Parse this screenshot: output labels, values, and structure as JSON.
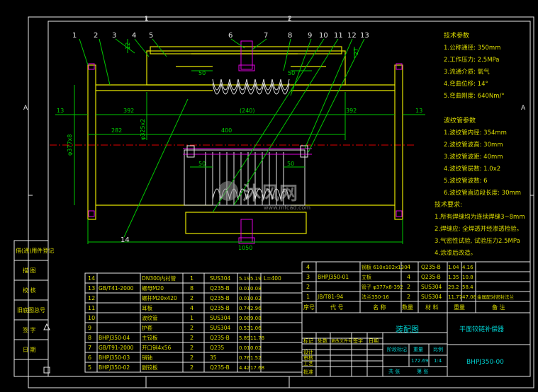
{
  "drawing": {
    "zone_numbers": {
      "top_1": "1",
      "top_2": "2",
      "left_a": "A",
      "right_a": "A"
    },
    "balloons": [
      "1",
      "2",
      "3",
      "4",
      "5",
      "6",
      "7",
      "8",
      "9",
      "10",
      "11",
      "12",
      "13",
      "14"
    ],
    "dims": {
      "d392_left": "392",
      "d240": "(240)",
      "d392_right": "392",
      "d282": "282",
      "d400": "400",
      "d1050": "1050",
      "d13_left": "13",
      "d13_right": "13",
      "d50_a": "50",
      "d50_b": "50",
      "d50_c": "50",
      "d50_d": "50",
      "d27": "27",
      "d12": "12",
      "dia_left": "φ377x8",
      "dia_mid": "φ325x2"
    }
  },
  "tech_params": {
    "title": "技术参数",
    "lines": [
      "1.公称通径: 350mm",
      "2.工作压力: 2.5MPa",
      "3.流通介质: 氧气",
      "4.弯曲位移: 14°",
      "5.弯曲刚度: 640Nm/°"
    ]
  },
  "bellows_params": {
    "title": "波纹管参数",
    "lines": [
      "1.波纹管内径: 354mm",
      "2.波纹管波高: 30mm",
      "3.波纹管波距: 40mm",
      "4.波纹管层数: 1.0x2",
      "5.波纹管波数: 6",
      "6.波纹管直边段长度: 30mm"
    ]
  },
  "tech_requirements": {
    "title": "技术要求:",
    "lines": [
      "1.所有焊缝均为连续焊缝3~8mm",
      "2.焊缝应: 全焊透并经渗透检验。",
      "3.气密性试验, 试验压力2.5MPa",
      "4.涂漆后改造。"
    ]
  },
  "side_labels": [
    "借(通)用件登记",
    "描 图",
    "校 核",
    "旧底图总号",
    "签 字",
    "日 期"
  ],
  "bom_left": [
    {
      "no": "14",
      "code": "",
      "name": "DN300内衬管",
      "qty": "1",
      "mat": "SUS304",
      "w1": "5.19",
      "w2": "5.19",
      "note": "L=400"
    },
    {
      "no": "13",
      "code": "GB/T41-2000",
      "name": "螺母M20",
      "qty": "8",
      "mat": "Q235-B",
      "w1": "0.01",
      "w2": "0.08",
      "note": ""
    },
    {
      "no": "12",
      "code": "",
      "name": "螺杆M20x420",
      "qty": "2",
      "mat": "Q235-B",
      "w1": "0.01",
      "w2": "0.02",
      "note": ""
    },
    {
      "no": "11",
      "code": "",
      "name": "耳板",
      "qty": "4",
      "mat": "Q235-B",
      "w1": "0.74",
      "w2": "2.96",
      "note": ""
    },
    {
      "no": "10",
      "code": "",
      "name": "波纹管",
      "qty": "1",
      "mat": "SUS304",
      "w1": "9.08",
      "w2": "9.08",
      "note": ""
    },
    {
      "no": "9",
      "code": "",
      "name": "护套",
      "qty": "2",
      "mat": "SUS304",
      "w1": "0.53",
      "w2": "1.06",
      "note": ""
    },
    {
      "no": "8",
      "code": "BHPJ350-04",
      "name": "主铰板",
      "qty": "2",
      "mat": "Q235-B",
      "w1": "5.89",
      "w2": "11.78",
      "note": ""
    },
    {
      "no": "7",
      "code": "GB/T91-2000",
      "name": "开口销4x56",
      "qty": "2",
      "mat": "Q235",
      "w1": "0.01",
      "w2": "0.02",
      "note": ""
    },
    {
      "no": "6",
      "code": "BHPJ350-03",
      "name": "销轴",
      "qty": "2",
      "mat": "35",
      "w1": "0.76",
      "w2": "1.52",
      "note": ""
    },
    {
      "no": "5",
      "code": "BHPJ350-02",
      "name": "副铰板",
      "qty": "2",
      "mat": "Q235-B",
      "w1": "4.42",
      "w2": "17.68",
      "note": ""
    }
  ],
  "bom_right": [
    {
      "no": "4",
      "code": "",
      "name": "钢板 610x102x130",
      "qty": "4",
      "mat": "Q235-B",
      "w1": "1.04",
      "w2": "4.16",
      "note": ""
    },
    {
      "no": "3",
      "code": "BHPJ350-01",
      "name": "立板",
      "qty": "4",
      "mat": "Q235-B",
      "w1": "1.35",
      "w2": "10.8",
      "note": ""
    },
    {
      "no": "2",
      "code": "",
      "name": "管子 φ377x8-392",
      "qty": "2",
      "mat": "SUS304",
      "w1": "29.2",
      "w2": "58.4",
      "note": ""
    },
    {
      "no": "1",
      "code": "JB/T81-94",
      "name": "法兰350-16",
      "qty": "2",
      "mat": "SUS304",
      "w1": "11.77",
      "w2": "47.08",
      "note": "金属配对密封法兰"
    }
  ],
  "bom_header": {
    "no": "序号",
    "code": "代 号",
    "name": "名 称",
    "qty": "数量",
    "mat": "材 料",
    "weight": "重量",
    "note": "备 注"
  },
  "title_block": {
    "title": "装配图",
    "product": "平面铰链补偿器",
    "drawing_no": "BHPJ350-00",
    "mass": "172.69",
    "scale": "1:4",
    "mass_label": "重量",
    "scale_label": "比例",
    "stage_label": "阶段标记",
    "sheet_label": "共 张",
    "sheet2_label": "第 张",
    "sign_labels": [
      "设计",
      "审核",
      "工艺",
      "批准"
    ],
    "mod_labels": [
      "标记",
      "处数",
      "更改文件号",
      "签字",
      "日期"
    ]
  },
  "watermark": {
    "text": "沐风网",
    "url": "www.mfcad.com"
  }
}
